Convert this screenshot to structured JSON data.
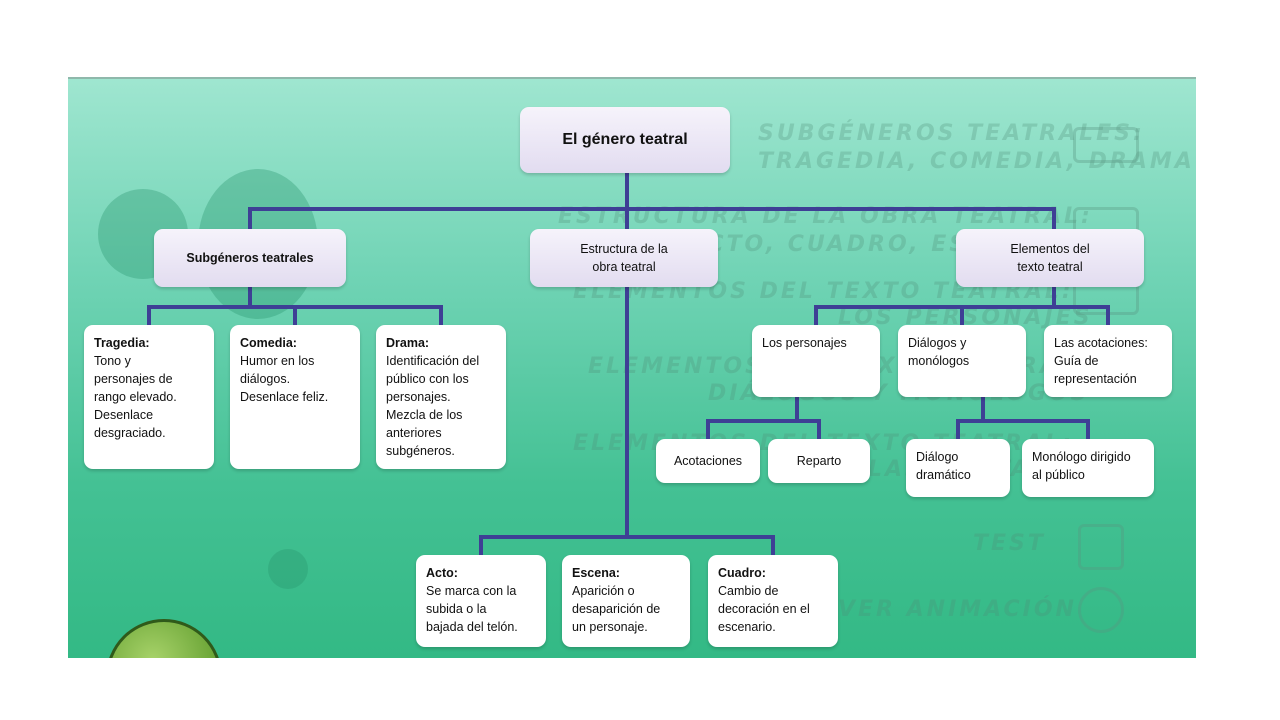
{
  "colors": {
    "connector": "#3e3f95",
    "node_bg": "#ffffff",
    "root_bg": "#e6e0f2"
  },
  "root": {
    "label": "El género teatral"
  },
  "branches": {
    "subgeneros": {
      "label": "Subgéneros teatrales",
      "children": {
        "tragedia": {
          "title": "Tragedia:",
          "lines": [
            "Tono y",
            "personajes de",
            "rango elevado.",
            "Desenlace",
            "desgraciado."
          ]
        },
        "comedia": {
          "title": "Comedia:",
          "lines": [
            "Humor en los",
            "diálogos.",
            "Desenlace feliz."
          ]
        },
        "drama": {
          "title": "Drama:",
          "lines": [
            "Identificación del",
            "público con los",
            "personajes.",
            "Mezcla de los",
            "anteriores",
            "subgéneros."
          ]
        }
      }
    },
    "estructura": {
      "label_lines": [
        "Estructura de la",
        "obra teatral"
      ],
      "children": {
        "acto": {
          "title": "Acto:",
          "lines": [
            "Se marca con la",
            "subida o la",
            "bajada del telón."
          ]
        },
        "escena": {
          "title": "Escena:",
          "lines": [
            "Aparición o",
            "desaparición de",
            "un personaje."
          ]
        },
        "cuadro": {
          "title": "Cuadro:",
          "lines": [
            "Cambio de",
            "decoración en el",
            "escenario."
          ]
        }
      }
    },
    "elementos": {
      "label_lines": [
        "Elementos del",
        "texto teatral"
      ],
      "children": {
        "personajes": {
          "label": "Los personajes",
          "children": {
            "acotaciones": "Acotaciones",
            "reparto": "Reparto"
          }
        },
        "dialogos": {
          "label_lines": [
            "Diálogos y",
            "monólogos"
          ],
          "children": {
            "dialogo": [
              "Diálogo",
              "dramático"
            ],
            "monologo": [
              "Monólogo dirigido",
              "al público"
            ]
          }
        },
        "acotaciones": {
          "title": "Las acotaciones:",
          "lines": [
            "Guía de",
            "representación"
          ]
        }
      }
    }
  }
}
